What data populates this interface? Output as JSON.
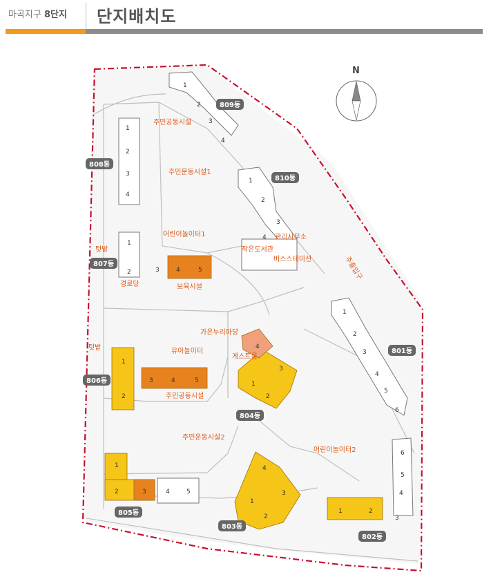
{
  "header": {
    "subtitle": "마곡지구 ",
    "subtitle_bold": "8단지",
    "title": "단지배치도"
  },
  "compass": {
    "north": "N"
  },
  "colors": {
    "boundary": "#c8102e",
    "building_yellow": "#f5c518",
    "building_orange": "#e8821e",
    "building_salmon": "#f0a07a",
    "label_tag": "#666666",
    "facility_text": "#e05a1a"
  },
  "buildings": [
    {
      "id": "801",
      "label": "801동"
    },
    {
      "id": "802",
      "label": "802동"
    },
    {
      "id": "803",
      "label": "803동"
    },
    {
      "id": "804",
      "label": "804동"
    },
    {
      "id": "805",
      "label": "805동"
    },
    {
      "id": "806",
      "label": "806동"
    },
    {
      "id": "807",
      "label": "807동"
    },
    {
      "id": "808",
      "label": "808동"
    },
    {
      "id": "809",
      "label": "809동"
    },
    {
      "id": "810",
      "label": "810동"
    }
  ],
  "facilities": {
    "community_1": "주민공동시설",
    "fitness_1": "주민운동시설1",
    "playground_1": "어린이놀이터1",
    "library": "작은도서관",
    "management_office": "관리사무소",
    "bus_station": "버스스테이션",
    "vegetable_garden_807": "텃밭",
    "senior_center": "경로당",
    "daycare": "보육시설",
    "family_yard": "가온누리마당",
    "toddler_playground": "유아놀이터",
    "guest_house": "게스트룸",
    "vegetable_garden_806": "텃밭",
    "community_2": "주민공동시설",
    "fitness_2": "주민운동시설2",
    "playground_2": "어린이놀이터2",
    "main_entrance": "주출입구"
  },
  "unit_numbers": {
    "b809": [
      "1",
      "2",
      "3",
      "4"
    ],
    "b808": [
      "1",
      "2",
      "3",
      "4"
    ],
    "b810": [
      "1",
      "2",
      "3",
      "4"
    ],
    "b807": [
      "1",
      "2",
      "3",
      "4",
      "5"
    ],
    "b806": [
      "1",
      "2",
      "3",
      "4",
      "5"
    ],
    "b804": [
      "1",
      "2",
      "3",
      "4"
    ],
    "b801": [
      "1",
      "2",
      "3",
      "4",
      "5",
      "6"
    ],
    "b805": [
      "1",
      "2",
      "3",
      "4",
      "5"
    ],
    "b803": [
      "1",
      "2",
      "3",
      "4"
    ],
    "b802": [
      "1",
      "2",
      "3",
      "4",
      "5",
      "6"
    ]
  }
}
